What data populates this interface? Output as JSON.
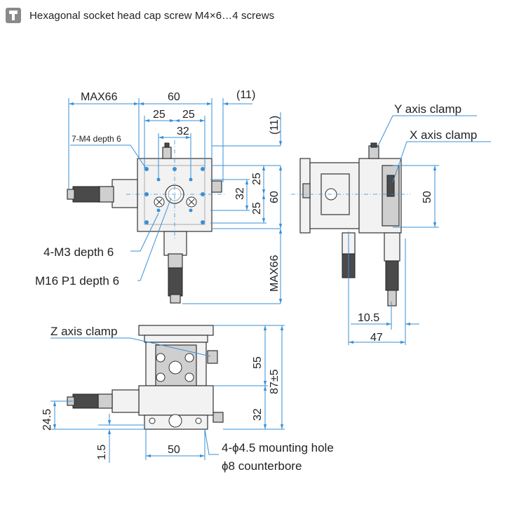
{
  "header": {
    "icon": "screw-icon",
    "note": "Hexagonal socket head cap screw M4×6…4 screws"
  },
  "top_view": {
    "dim_max66": "MAX66",
    "dim_60": "60",
    "dim_11_top": "(11)",
    "dim_25_a": "25",
    "dim_25_b": "25",
    "dim_32": "32",
    "dim_11_right": "(11)",
    "dim_32_v": "32",
    "dim_25_v1": "25",
    "dim_25_v2": "25",
    "dim_60_v": "60",
    "dim_max66_v": "MAX66",
    "label_7m4": "7-M4 depth 6",
    "label_4m3": "4-M3 depth 6",
    "label_m16": "M16 P1 depth 6"
  },
  "side_view": {
    "label_y_clamp": "Y axis clamp",
    "label_x_clamp": "X axis clamp",
    "dim_50": "50",
    "dim_10_5": "10.5",
    "dim_47": "47"
  },
  "front_view": {
    "label_z_clamp": "Z axis clamp",
    "dim_55": "55",
    "dim_87": "87±5",
    "dim_32": "32",
    "dim_24_5": "24.5",
    "dim_1_5": "1.5",
    "dim_50": "50",
    "label_mount": "4-ϕ4.5 mounting hole",
    "label_cbore": "ϕ8 counterbore"
  }
}
